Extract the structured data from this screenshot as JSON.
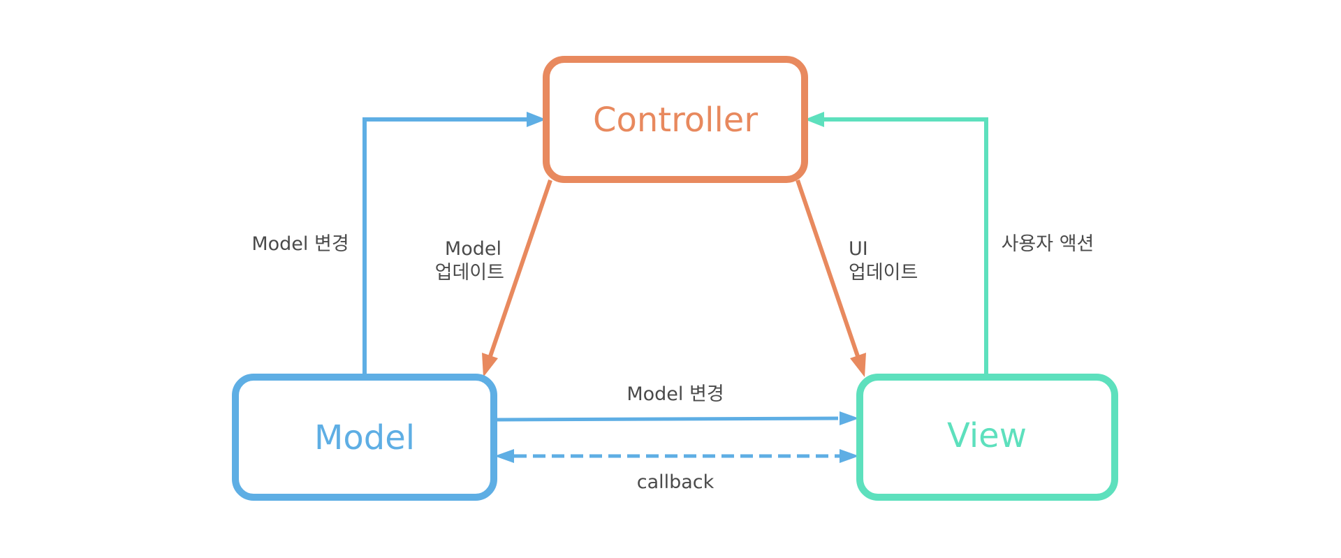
{
  "colors": {
    "controller": "#e8895e",
    "model": "#5eaee4",
    "view": "#5de0bd",
    "label_text": "#4a4a4a",
    "background": "#ffffff"
  },
  "nodes": {
    "controller": {
      "label": "Controller"
    },
    "model": {
      "label": "Model"
    },
    "view": {
      "label": "View"
    }
  },
  "edges": {
    "model_to_controller": {
      "label": "Model 변경"
    },
    "controller_to_model": {
      "label_line1": "Model",
      "label_line2": "업데이트"
    },
    "controller_to_view": {
      "label_line1": "UI",
      "label_line2": "업데이트"
    },
    "view_to_controller": {
      "label": "사용자 액션"
    },
    "model_to_view": {
      "label": "Model 변경"
    },
    "model_view_callback": {
      "label": "callback"
    }
  }
}
